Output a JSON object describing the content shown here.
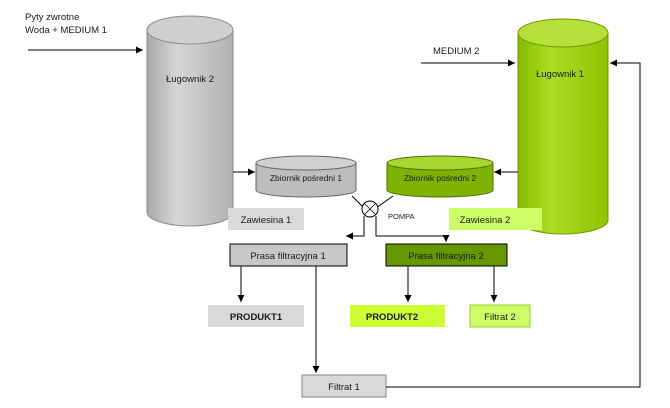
{
  "colors": {
    "gray_tank": "#c8c8c8",
    "gray_tank_dark": "#9a9a9a",
    "green_tank": "#99cc00",
    "green_tank_light": "#b8e04a",
    "gray_box": "#c8c8c8",
    "gray_box_light": "#d9d9d9",
    "green_box": "#99cc00",
    "green_box_light": "#ccff66",
    "lime_box": "#ccff33",
    "line": "#000000"
  },
  "inputs": {
    "left_line1": "Pyty zwrotne",
    "left_line2": "Woda + MEDIUM 1",
    "right": "MEDIUM 2"
  },
  "tanks": {
    "left_label": "Ługownik 2",
    "right_label": "Ługownik 1"
  },
  "intermediate": {
    "left_label": "Zbiornik pośredni 1",
    "right_label": "Zbiornik pośredni 2"
  },
  "pump_label": "POMPA",
  "suspensions": {
    "left": "Zawiesina 1",
    "right": "Zawiesina 2"
  },
  "presses": {
    "left": "Prasa filtracyjna 1",
    "right": "Prasa filtracyjna 2"
  },
  "products": {
    "left": "PRODUKT1",
    "right": "PRODUKT2"
  },
  "filtrates": {
    "right": "Filtrat 2",
    "bottom": "Filtrat 1"
  }
}
